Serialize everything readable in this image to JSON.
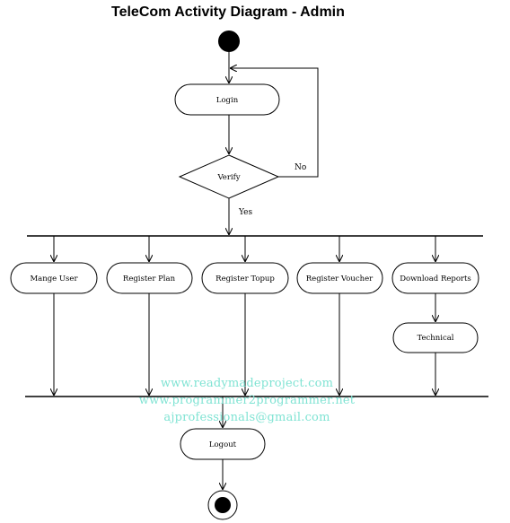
{
  "title": "TeleCom Activity Diagram - Admin",
  "nodes": {
    "login": "Login",
    "verify": "Verify",
    "mange_user": "Mange User",
    "register_plan": "Register Plan",
    "register_topup": "Register Topup",
    "register_voucher": "Register Voucher",
    "download_reports": "Download Reports",
    "technical": "Technical",
    "logout": "Logout"
  },
  "guards": {
    "no": "No",
    "yes": "Yes"
  },
  "watermark": {
    "line1": "www.readymadeproject.com",
    "line2": "www.programmer2programmer.net",
    "line3": "ajprofessionals@gmail.com"
  },
  "colors": {
    "stroke": "#000000",
    "watermark": "#7fe3d3"
  }
}
